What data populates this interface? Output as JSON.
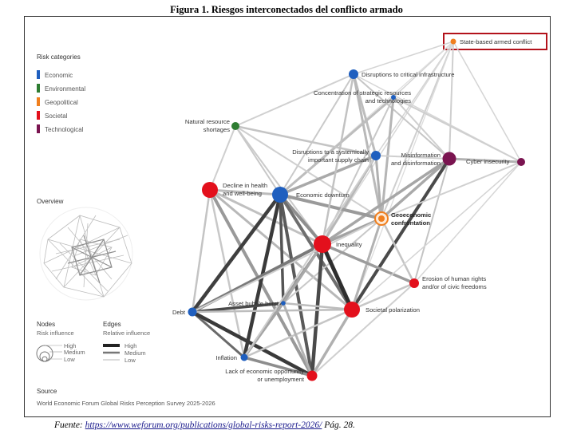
{
  "figure_title": "Figura 1. Riesgos interconectados del conflicto armado",
  "risk_categories": {
    "heading": "Risk categories",
    "items": [
      {
        "label": "Economic",
        "color": "#1f5fbf"
      },
      {
        "label": "Environmental",
        "color": "#2e7d32"
      },
      {
        "label": "Geopolitical",
        "color": "#f07f1e"
      },
      {
        "label": "Societal",
        "color": "#e3101c"
      },
      {
        "label": "Technological",
        "color": "#7a1450"
      }
    ]
  },
  "overview": {
    "heading": "Overview"
  },
  "nodes_legend": {
    "heading": "Nodes",
    "subheading": "Risk influence",
    "levels": [
      "High",
      "Medium",
      "Low"
    ]
  },
  "edges_legend": {
    "heading": "Edges",
    "subheading": "Relative influence",
    "levels": [
      "High",
      "Medium",
      "Low"
    ]
  },
  "source": {
    "heading": "Source",
    "text": "World Economic Forum Global Risks Perception Survey 2025-2026"
  },
  "caption": {
    "prefix": "Fuente: ",
    "url": "https://www.weforum.org/publications/global-risks-report-2026/",
    "suffix": " Pág. 28."
  },
  "risks": {
    "state_based_armed_conflict": {
      "label": "State-based armed conflict",
      "category": "Geopolitical",
      "highlighted": true
    },
    "disruptions_critical_infrastructure": {
      "label": "Disruptions to critical infrastructure",
      "category": "Economic"
    },
    "concentration_strategic_resources": {
      "label": "Concentration of strategic resources and technologies",
      "category": "Economic"
    },
    "natural_resource_shortages": {
      "label": "Natural resource shortages",
      "category": "Environmental"
    },
    "disruptions_supply_chain": {
      "label": "Disruptions to a systemically important supply chain",
      "category": "Economic"
    },
    "misinformation": {
      "label": "Misinformation and disinformation",
      "category": "Technological"
    },
    "cyber_insecurity": {
      "label": "Cyber insecurity",
      "category": "Technological"
    },
    "decline_health": {
      "label": "Decline in health and well-being",
      "category": "Societal"
    },
    "economic_downturn": {
      "label": "Economic downturn",
      "category": "Economic"
    },
    "geoeconomic_confrontation": {
      "label": "Geoeconomic confrontation",
      "category": "Geopolitical",
      "emphasized": true
    },
    "inequality": {
      "label": "Inequality",
      "category": "Societal"
    },
    "erosion_human_rights": {
      "label": "Erosion of human rights and/or of civic freedoms",
      "category": "Societal"
    },
    "asset_bubble_burst": {
      "label": "Asset bubble burst",
      "category": "Economic"
    },
    "debt": {
      "label": "Debt",
      "category": "Economic"
    },
    "societal_polarization": {
      "label": "Societal polarization",
      "category": "Societal"
    },
    "inflation": {
      "label": "Inflation",
      "category": "Economic"
    },
    "lack_economic_opportunity": {
      "label": "Lack of economic opportunity or unemployment",
      "category": "Societal"
    }
  }
}
